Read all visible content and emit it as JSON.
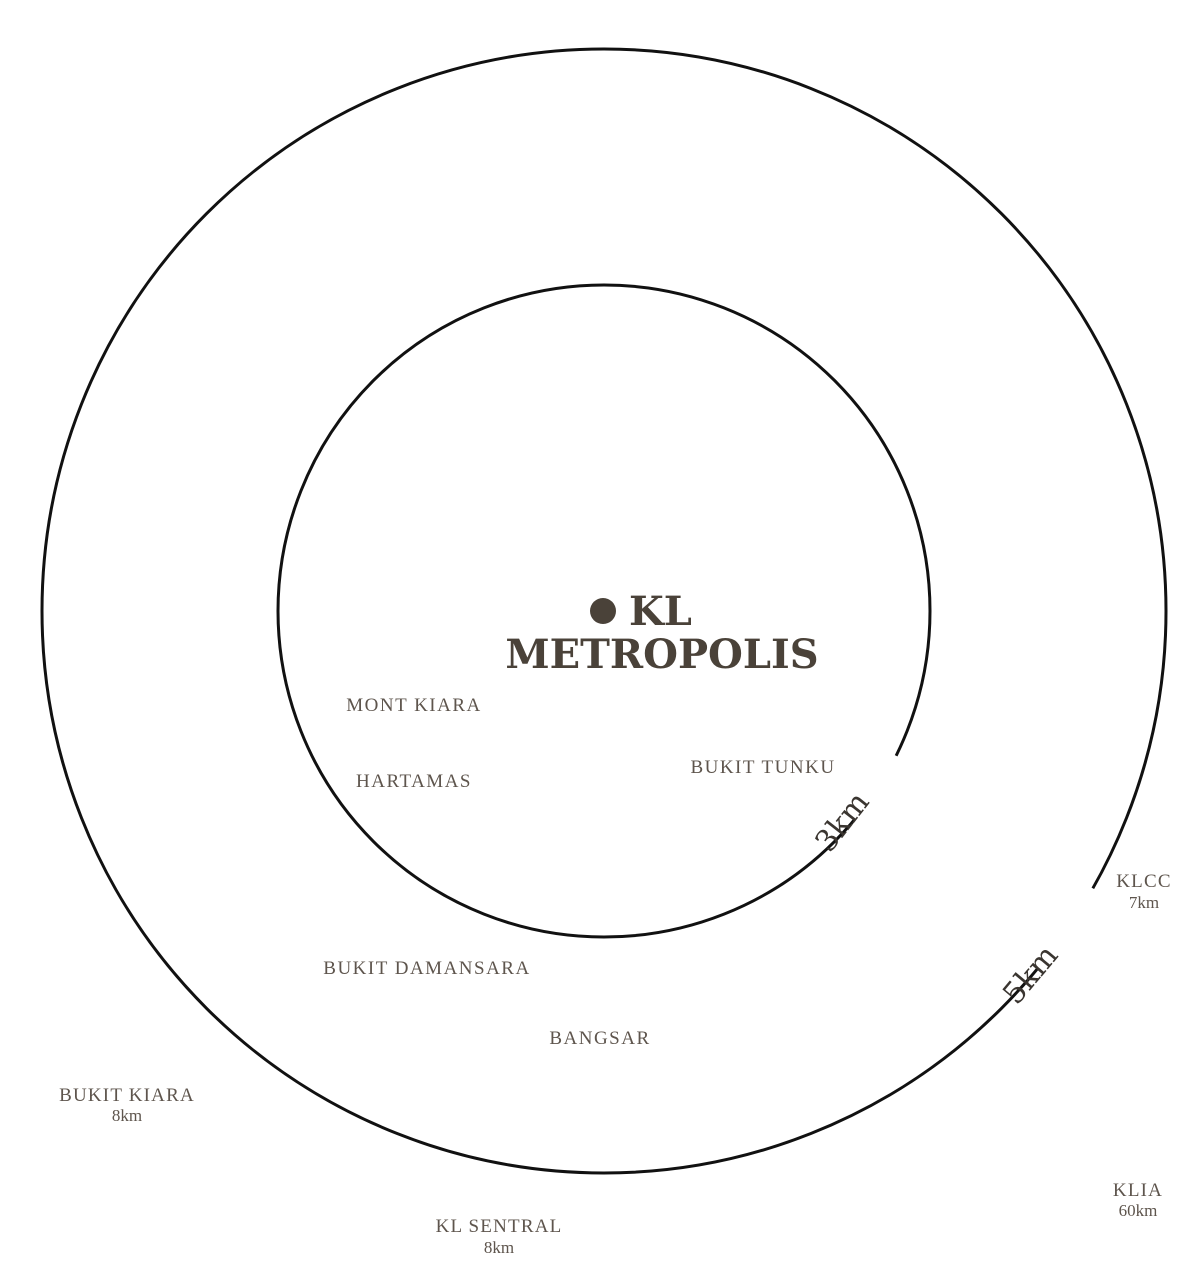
{
  "center": {
    "line1": "KL",
    "line2": "METROPOLIS",
    "marker_icon": "location-dot-icon",
    "color": "#4a4239"
  },
  "rings": [
    {
      "label": "3km"
    },
    {
      "label": "5km"
    }
  ],
  "areas": [
    {
      "name": "MONT KIARA"
    },
    {
      "name": "HARTAMAS"
    },
    {
      "name": "BUKIT TUNKU"
    },
    {
      "name": "BUKIT DAMANSARA"
    },
    {
      "name": "BANGSAR"
    }
  ],
  "destinations": [
    {
      "name": "KLCC",
      "distance": "7km"
    },
    {
      "name": "BUKIT KIARA",
      "distance": "8km"
    },
    {
      "name": "KL SENTRAL",
      "distance": "8km"
    },
    {
      "name": "KLIA",
      "distance": "60km"
    }
  ],
  "colors": {
    "ring_stroke": "#111111",
    "label_text": "#5e554d",
    "background": "#ffffff"
  }
}
